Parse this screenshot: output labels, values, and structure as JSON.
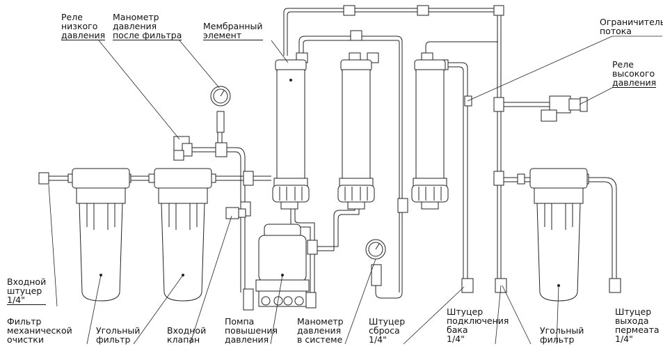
{
  "labels": {
    "low_pressure_relay": [
      "Реле",
      "низкого",
      "давления"
    ],
    "filter_gauge": [
      "Манометр",
      "давления",
      "после фильтра"
    ],
    "membrane": [
      "Мембранный",
      "элемент"
    ],
    "flow_restrictor": [
      "Ограничитель",
      "потока"
    ],
    "high_pressure_relay": [
      "Реле",
      "высокого",
      "давления"
    ],
    "inlet_fitting": [
      "Входной",
      "штуцер",
      "1/4\""
    ],
    "mech_filter": [
      "Фильтр",
      "механической",
      "очистки"
    ],
    "carbon_filter_1": [
      "Угольный",
      "фильтр"
    ],
    "inlet_valve": [
      "Входной",
      "клапан"
    ],
    "booster_pump": [
      "Помпа",
      "повышения",
      "давления"
    ],
    "system_gauge": [
      "Манометр",
      "давления",
      "в системе"
    ],
    "drain_fitting": [
      "Штуцер",
      "сброса",
      "1/4\""
    ],
    "tank_fitting": [
      "Штуцер",
      "подключения",
      "бака",
      "1/4\""
    ],
    "carbon_filter_2": [
      "Угольный",
      "фильтр"
    ],
    "permeate_fitting": [
      "Штуцер",
      "выхода",
      "пермеата",
      "1/4\""
    ]
  }
}
